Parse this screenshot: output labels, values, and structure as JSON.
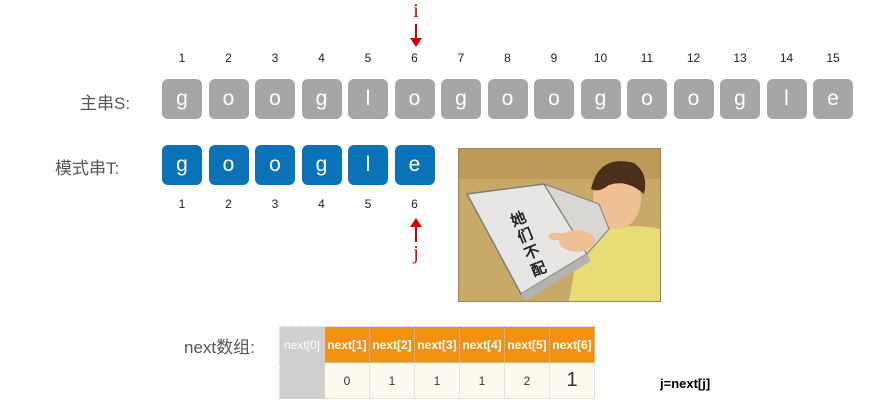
{
  "pointers": {
    "i": "i",
    "j": "j"
  },
  "main_string": {
    "label": "主串S:",
    "indices": [
      "1",
      "2",
      "3",
      "4",
      "5",
      "6",
      "7",
      "8",
      "9",
      "10",
      "11",
      "12",
      "13",
      "14",
      "15"
    ],
    "chars": [
      "g",
      "o",
      "o",
      "g",
      "l",
      "o",
      "g",
      "o",
      "o",
      "g",
      "o",
      "o",
      "g",
      "l",
      "e"
    ]
  },
  "pattern": {
    "label": "模式串T:",
    "indices": [
      "1",
      "2",
      "3",
      "4",
      "5",
      "6"
    ],
    "chars": [
      "g",
      "o",
      "o",
      "g",
      "l",
      "e"
    ]
  },
  "meme": {
    "caption_chars": [
      "她",
      "们",
      "不",
      "配"
    ]
  },
  "next_array": {
    "label": "next数组:",
    "headers": [
      "next[0]",
      "next[1]",
      "next[2]",
      "next[3]",
      "next[4]",
      "next[5]",
      "next[6]"
    ],
    "values": [
      "",
      "0",
      "1",
      "1",
      "1",
      "2",
      "1"
    ]
  },
  "formula": "j=next[j]",
  "colors": {
    "main_box": "#a6a6a6",
    "pattern_box": "#0a73b8",
    "pointer": "#d40000",
    "header": "#f29111"
  }
}
